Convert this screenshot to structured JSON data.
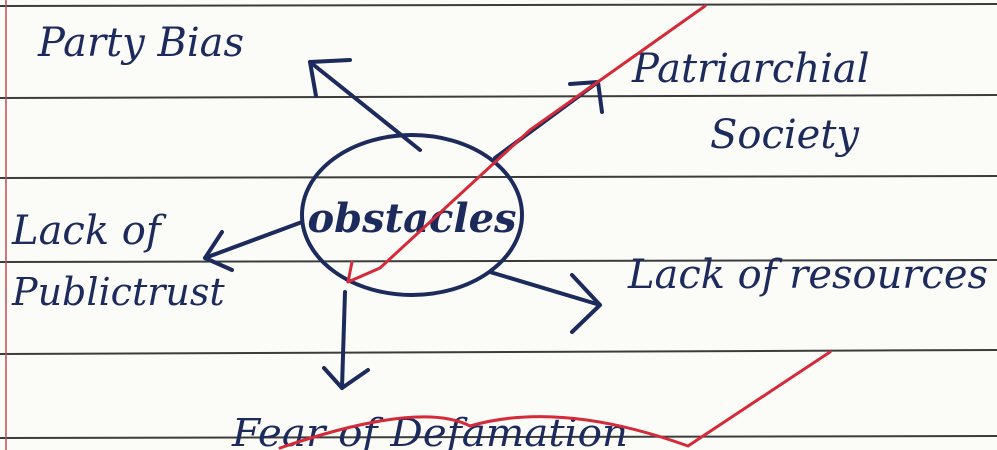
{
  "center": {
    "label": "obstacles"
  },
  "branches": [
    {
      "id": "party-bias",
      "lines": [
        "Party Bias"
      ]
    },
    {
      "id": "patriarchial-society",
      "lines": [
        "Patriarchial",
        "Society"
      ]
    },
    {
      "id": "lack-of-public-trust",
      "lines": [
        "Lack of",
        "Publictrust"
      ]
    },
    {
      "id": "lack-of-resources",
      "lines": [
        "Lack of resources"
      ]
    },
    {
      "id": "fear-of-defamation",
      "lines": [
        "Fear of Defamation"
      ]
    }
  ],
  "colors": {
    "paper": "#fbfbf7",
    "rule_line": "#3c3c3c",
    "margin_line": "#c24a5a",
    "ink": "#1d2a5c",
    "marker": "#d42a3a"
  }
}
